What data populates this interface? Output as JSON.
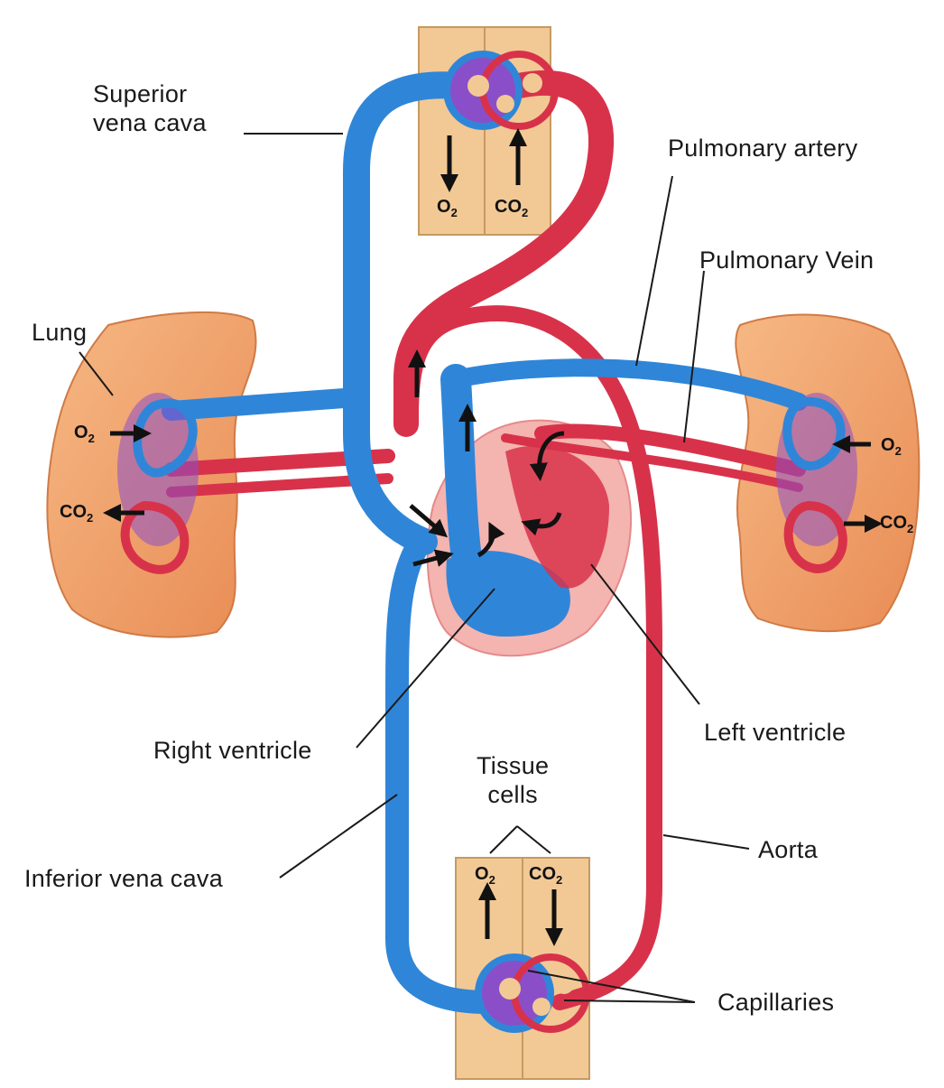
{
  "labels": {
    "superior_vena_cava": [
      "Superior",
      "vena cava"
    ],
    "pulmonary_artery": "Pulmonary artery",
    "pulmonary_vein": "Pulmonary Vein",
    "lung": "Lung",
    "right_ventricle": "Right ventricle",
    "left_ventricle": "Left ventricle",
    "tissue_cells": [
      "Tissue",
      "cells"
    ],
    "aorta": "Aorta",
    "inferior_vena_cava": "Inferior vena cava",
    "capillaries": "Capillaries"
  },
  "gas": {
    "o2": "O",
    "co2": "CO",
    "sub": "2"
  },
  "colors": {
    "deoxygenated": "#2f86d8",
    "oxygenated": "#d8324a",
    "mixed": "#8a4fc8",
    "tissue": "#f2c995",
    "lung": "#f0a86e",
    "heart": "#f4b4b0"
  }
}
